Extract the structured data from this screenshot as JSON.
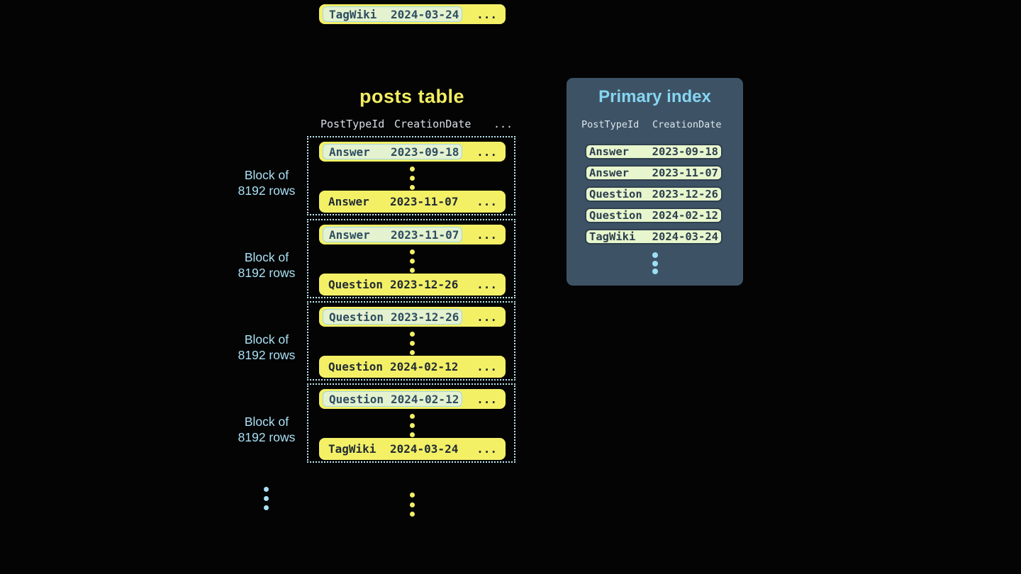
{
  "posts_table": {
    "title": "posts table",
    "columns": [
      "PostTypeId",
      "CreationDate",
      "..."
    ],
    "row_ellipsis": "...",
    "block_label": [
      "Block of",
      "8192 rows"
    ],
    "blocks": [
      {
        "first_row": {
          "post_type": "Answer",
          "creation_date": "2023-09-18"
        },
        "last_row": {
          "post_type": "Answer",
          "creation_date": "2023-11-07"
        }
      },
      {
        "first_row": {
          "post_type": "Answer",
          "creation_date": "2023-11-07"
        },
        "last_row": {
          "post_type": "Question",
          "creation_date": "2023-12-26"
        }
      },
      {
        "first_row": {
          "post_type": "Question",
          "creation_date": "2023-12-26"
        },
        "last_row": {
          "post_type": "Question",
          "creation_date": "2024-02-12"
        }
      },
      {
        "first_row": {
          "post_type": "Question",
          "creation_date": "2024-02-12"
        },
        "last_row": {
          "post_type": "TagWiki",
          "creation_date": "2024-03-24"
        }
      }
    ],
    "overflow_row": {
      "post_type": "TagWiki",
      "creation_date": "2024-03-24"
    }
  },
  "primary_index": {
    "title": "Primary index",
    "columns": [
      "PostTypeId",
      "CreationDate"
    ],
    "entries": [
      {
        "post_type": "Answer",
        "creation_date": "2023-09-18"
      },
      {
        "post_type": "Answer",
        "creation_date": "2023-11-07"
      },
      {
        "post_type": "Question",
        "creation_date": "2023-12-26"
      },
      {
        "post_type": "Question",
        "creation_date": "2024-02-12"
      },
      {
        "post_type": "TagWiki",
        "creation_date": "2024-03-24"
      }
    ]
  },
  "colors": {
    "background": "#040405",
    "row_yellow": "#f4f066",
    "row_text": "#212c35",
    "highlight_bg": "#e4f2cf",
    "highlight_border": "#a0d8e8",
    "highlight_text": "#2e4d62",
    "block_dotted_border": "#bde8f2",
    "label_blue": "#a9e0f3",
    "panel_bg": "#3d5365",
    "panel_title": "#86d5f1",
    "column_header": "#d7dfe3",
    "index_pill_bg": "#e8f6cd",
    "index_pill_border": "#2e404f",
    "index_pill_text": "#2c3f4f",
    "index_dots": "#9edef4"
  }
}
